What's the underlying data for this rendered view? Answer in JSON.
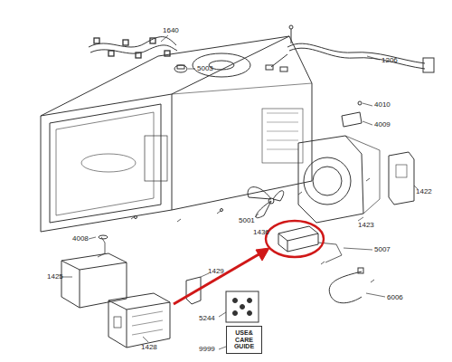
{
  "diagram": {
    "nodes": [
      {
        "text": [
          "USE& CARE GUIDE"
        ]
      }
    ],
    "labels": [
      "1640",
      "5003",
      "1206",
      "4010",
      "4009",
      "1422",
      "5001",
      "1423",
      "1436",
      "5007",
      "4008",
      "1425",
      "1429",
      "5244",
      "6006",
      "9999",
      "1428"
    ]
  }
}
